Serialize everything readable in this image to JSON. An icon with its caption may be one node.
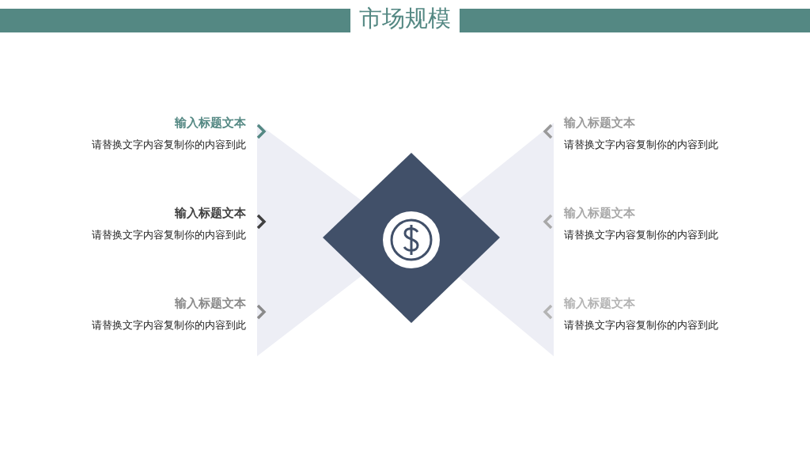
{
  "diagram": {
    "title": "市场规模",
    "labels": [
      "输入标题文本",
      "请替换文字内容复制你的内容到此",
      "输入标题文本",
      "请替换文字内容复制你的内容到此",
      "输入标题文本",
      "请替换文字内容复制你的内容到此",
      "输入标题文本",
      "请替换文字内容复制你的内容到此",
      "输入标题文本",
      "请替换文字内容复制你的内容到此",
      "输入标题文本",
      "请替换文字内容复制你的内容到此"
    ]
  }
}
